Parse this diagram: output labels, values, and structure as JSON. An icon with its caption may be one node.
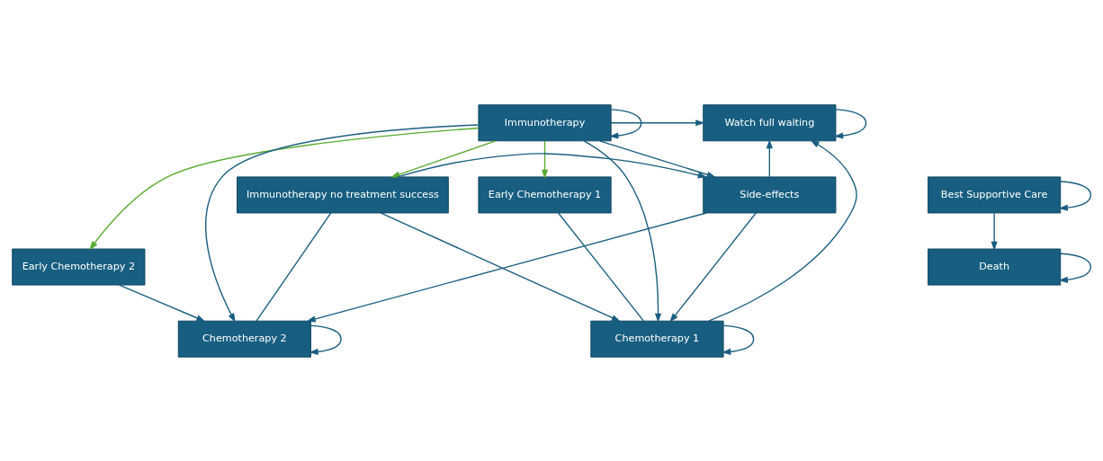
{
  "diagram": {
    "nodes": [
      {
        "text": [
          "Immunotherapy"
        ]
      },
      {
        "text": [
          "Watch full waiting"
        ]
      },
      {
        "text": [
          "Early Chemotherapy 1"
        ]
      },
      {
        "text": [
          "Immunotherapy no treatment success"
        ]
      },
      {
        "text": [
          "Side-effects"
        ]
      },
      {
        "text": [
          "Best Supportive Care"
        ]
      },
      {
        "text": [
          "Early Chemotherapy 2"
        ]
      },
      {
        "text": [
          "Death"
        ]
      },
      {
        "text": [
          "Chemotherapy 1"
        ]
      },
      {
        "text": [
          "Chemotherapy 2"
        ]
      }
    ],
    "edges": [
      {
        "from": 0,
        "to": 0,
        "arrow": "to"
      },
      {
        "from": 0,
        "to": 1,
        "arrow": "to"
      },
      {
        "from": 0,
        "to": 2,
        "arrow": "to",
        "color": "#5aab32"
      },
      {
        "from": 0,
        "to": 6,
        "arrow": "to",
        "color": "#5aab32"
      },
      {
        "from": 0,
        "to": 3,
        "arrow": "to",
        "color": "#5aab32"
      },
      {
        "from": 0,
        "to": 4,
        "arrow": "to"
      },
      {
        "from": 0,
        "to": 9,
        "arrow": "to"
      },
      {
        "from": 0,
        "to": 8,
        "arrow": "to"
      },
      {
        "from": 1,
        "to": 1,
        "arrow": "to"
      },
      {
        "from": 3,
        "to": 4,
        "arrow": "to"
      },
      {
        "from": 3,
        "to": 8,
        "arrow": "to"
      },
      {
        "from": 3,
        "to": 9,
        "arrow": "none"
      },
      {
        "from": 2,
        "to": 8,
        "arrow": "none"
      },
      {
        "from": 4,
        "to": 8,
        "arrow": "to"
      },
      {
        "from": 4,
        "to": 9,
        "arrow": "to"
      },
      {
        "from": 4,
        "to": 1,
        "arrow": "to"
      },
      {
        "from": 6,
        "to": 9,
        "arrow": "to"
      },
      {
        "from": 8,
        "to": 8,
        "arrow": "to"
      },
      {
        "from": 9,
        "to": 9,
        "arrow": "to"
      },
      {
        "from": 8,
        "to": 1,
        "arrow": "to"
      },
      {
        "from": 5,
        "to": 5,
        "arrow": "to"
      },
      {
        "from": 5,
        "to": 7,
        "arrow": "to"
      },
      {
        "from": 7,
        "to": 7,
        "arrow": "to"
      }
    ]
  }
}
